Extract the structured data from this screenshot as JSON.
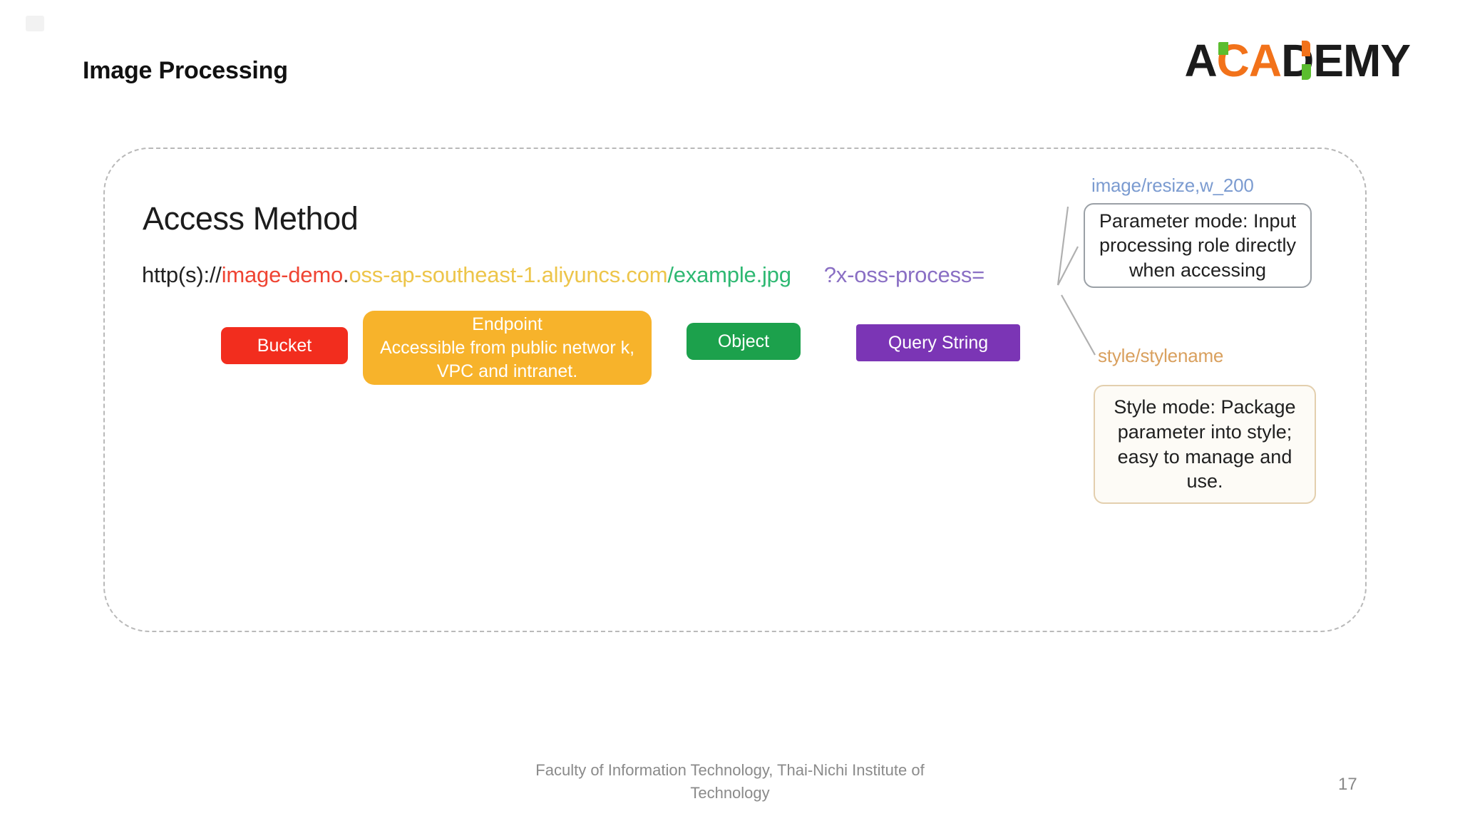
{
  "slide": {
    "title": "Image Processing",
    "page_number": "17",
    "footer": "Faculty of Information Technology, Thai-Nichi Institute of Technology"
  },
  "logo": {
    "full_text": "ACADEMY",
    "letters": [
      "A",
      "C",
      "A",
      "D",
      "E",
      "M",
      "Y"
    ],
    "colors": {
      "dark": "#1b1b1b",
      "orange": "#f2721a",
      "green": "#5bbd2f"
    }
  },
  "panel": {
    "heading": "Access Method",
    "border_color": "#b9b9b9"
  },
  "url": {
    "protocol": "http(s)://",
    "bucket": "image-demo",
    "separator_dot": ".",
    "endpoint": "oss-ap-southeast-1.aliyuncs.com",
    "object": "/example.jpg",
    "query_string": "?x-oss-process=",
    "colors": {
      "protocol": "#222222",
      "bucket": "#ef4433",
      "endpoint": "#edc54a",
      "object": "#2eb872",
      "query_string": "#8a6fc4"
    }
  },
  "chips": [
    {
      "id": "bucket",
      "label": "Bucket",
      "description": "",
      "color": "#f22d1e"
    },
    {
      "id": "endpoint",
      "label": "Endpoint",
      "description": "Accessible from public networ k, VPC and intranet.",
      "color": "#f7b32b"
    },
    {
      "id": "object",
      "label": "Object",
      "description": "",
      "color": "#1ca14c"
    },
    {
      "id": "query-string",
      "label": "Query String",
      "description": "",
      "color": "#7b35b5"
    }
  ],
  "annotations": [
    {
      "id": "parameter-mode",
      "label": "image/resize,w_200",
      "label_color": "#7b9bd0",
      "callout": "Parameter mode: Input processing role directly when accessing",
      "border_color": "#9aa0a6"
    },
    {
      "id": "style-mode",
      "label": "style/stylename",
      "label_color": "#d9a05e",
      "callout": "Style mode: Package parameter into style; easy to manage and use.",
      "border_color": "#e3cfae"
    }
  ]
}
